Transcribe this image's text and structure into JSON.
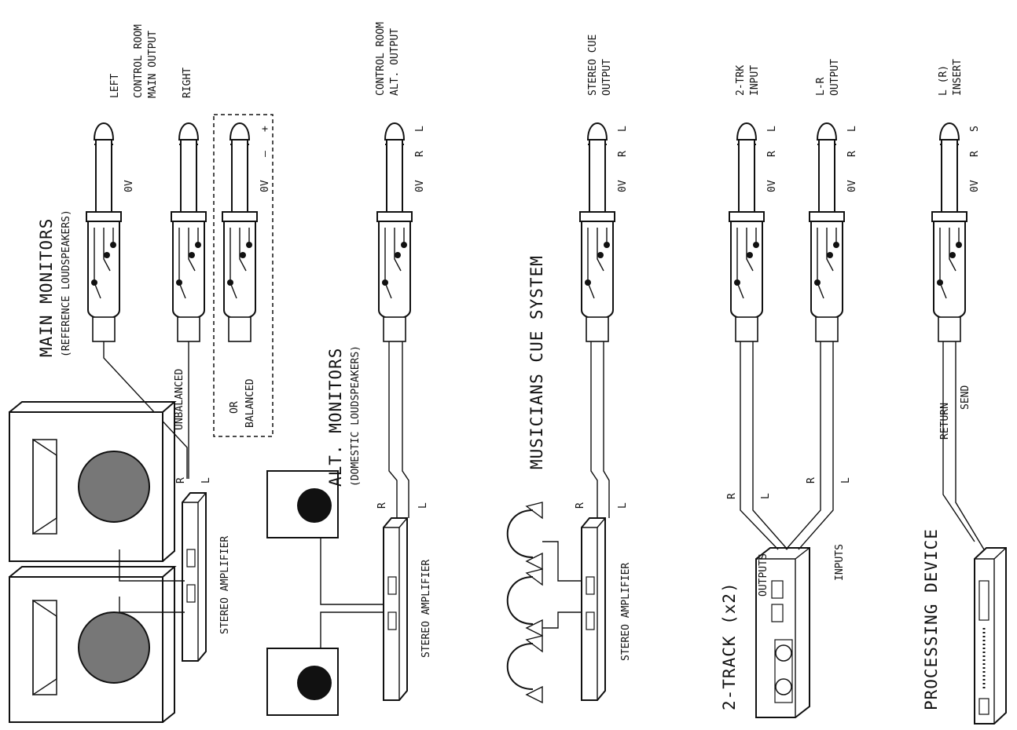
{
  "jacks": [
    {
      "id": "main-left",
      "labels": [
        "LEFT"
      ],
      "terminals": [
        "0V"
      ]
    },
    {
      "id": "main-cr",
      "labels": [
        "CONTROL ROOM",
        "MAIN OUTPUT"
      ],
      "terminals": []
    },
    {
      "id": "main-right",
      "labels": [
        "RIGHT"
      ],
      "terminals": []
    },
    {
      "id": "balanced",
      "labels": [],
      "terminals": [
        "0V",
        "–",
        "+"
      ]
    },
    {
      "id": "alt",
      "labels": [
        "CONTROL ROOM",
        "ALT. OUTPUT"
      ],
      "terminals": [
        "0V",
        "R",
        "L"
      ]
    },
    {
      "id": "cue",
      "labels": [
        "STEREO CUE",
        "OUTPUT"
      ],
      "terminals": [
        "0V",
        "R",
        "L"
      ]
    },
    {
      "id": "trk-in",
      "labels": [
        "2-TRK",
        "INPUT"
      ],
      "terminals": [
        "0V",
        "R",
        "L"
      ]
    },
    {
      "id": "lr-out",
      "labels": [
        "L-R",
        "OUTPUT"
      ],
      "terminals": [
        "0V",
        "R",
        "L"
      ]
    },
    {
      "id": "insert",
      "labels": [
        "L (R)",
        "INSERT"
      ],
      "terminals": [
        "0V",
        "R",
        "S"
      ]
    }
  ],
  "sections": {
    "main_title": "MAIN MONITORS",
    "main_sub": "(REFERENCE LOUDSPEAKERS)",
    "alt_title": "ALT. MONITORS",
    "alt_sub": "(DOMESTIC LOUDSPEAKERS)",
    "cue_title": "MUSICIANS CUE SYSTEM",
    "trk_title": "2-TRACK (x2)",
    "proc_title": "PROCESSING DEVICE"
  },
  "cable_labels": {
    "unbalanced": "UNBALANCED",
    "or": "OR",
    "balanced": "BALANCED",
    "outputs": "OUTPUTS",
    "inputs": "INPUTS",
    "return": "RETURN",
    "send": "SEND",
    "r": "R",
    "l": "L"
  },
  "amp_label": "STEREO AMPLIFIER"
}
